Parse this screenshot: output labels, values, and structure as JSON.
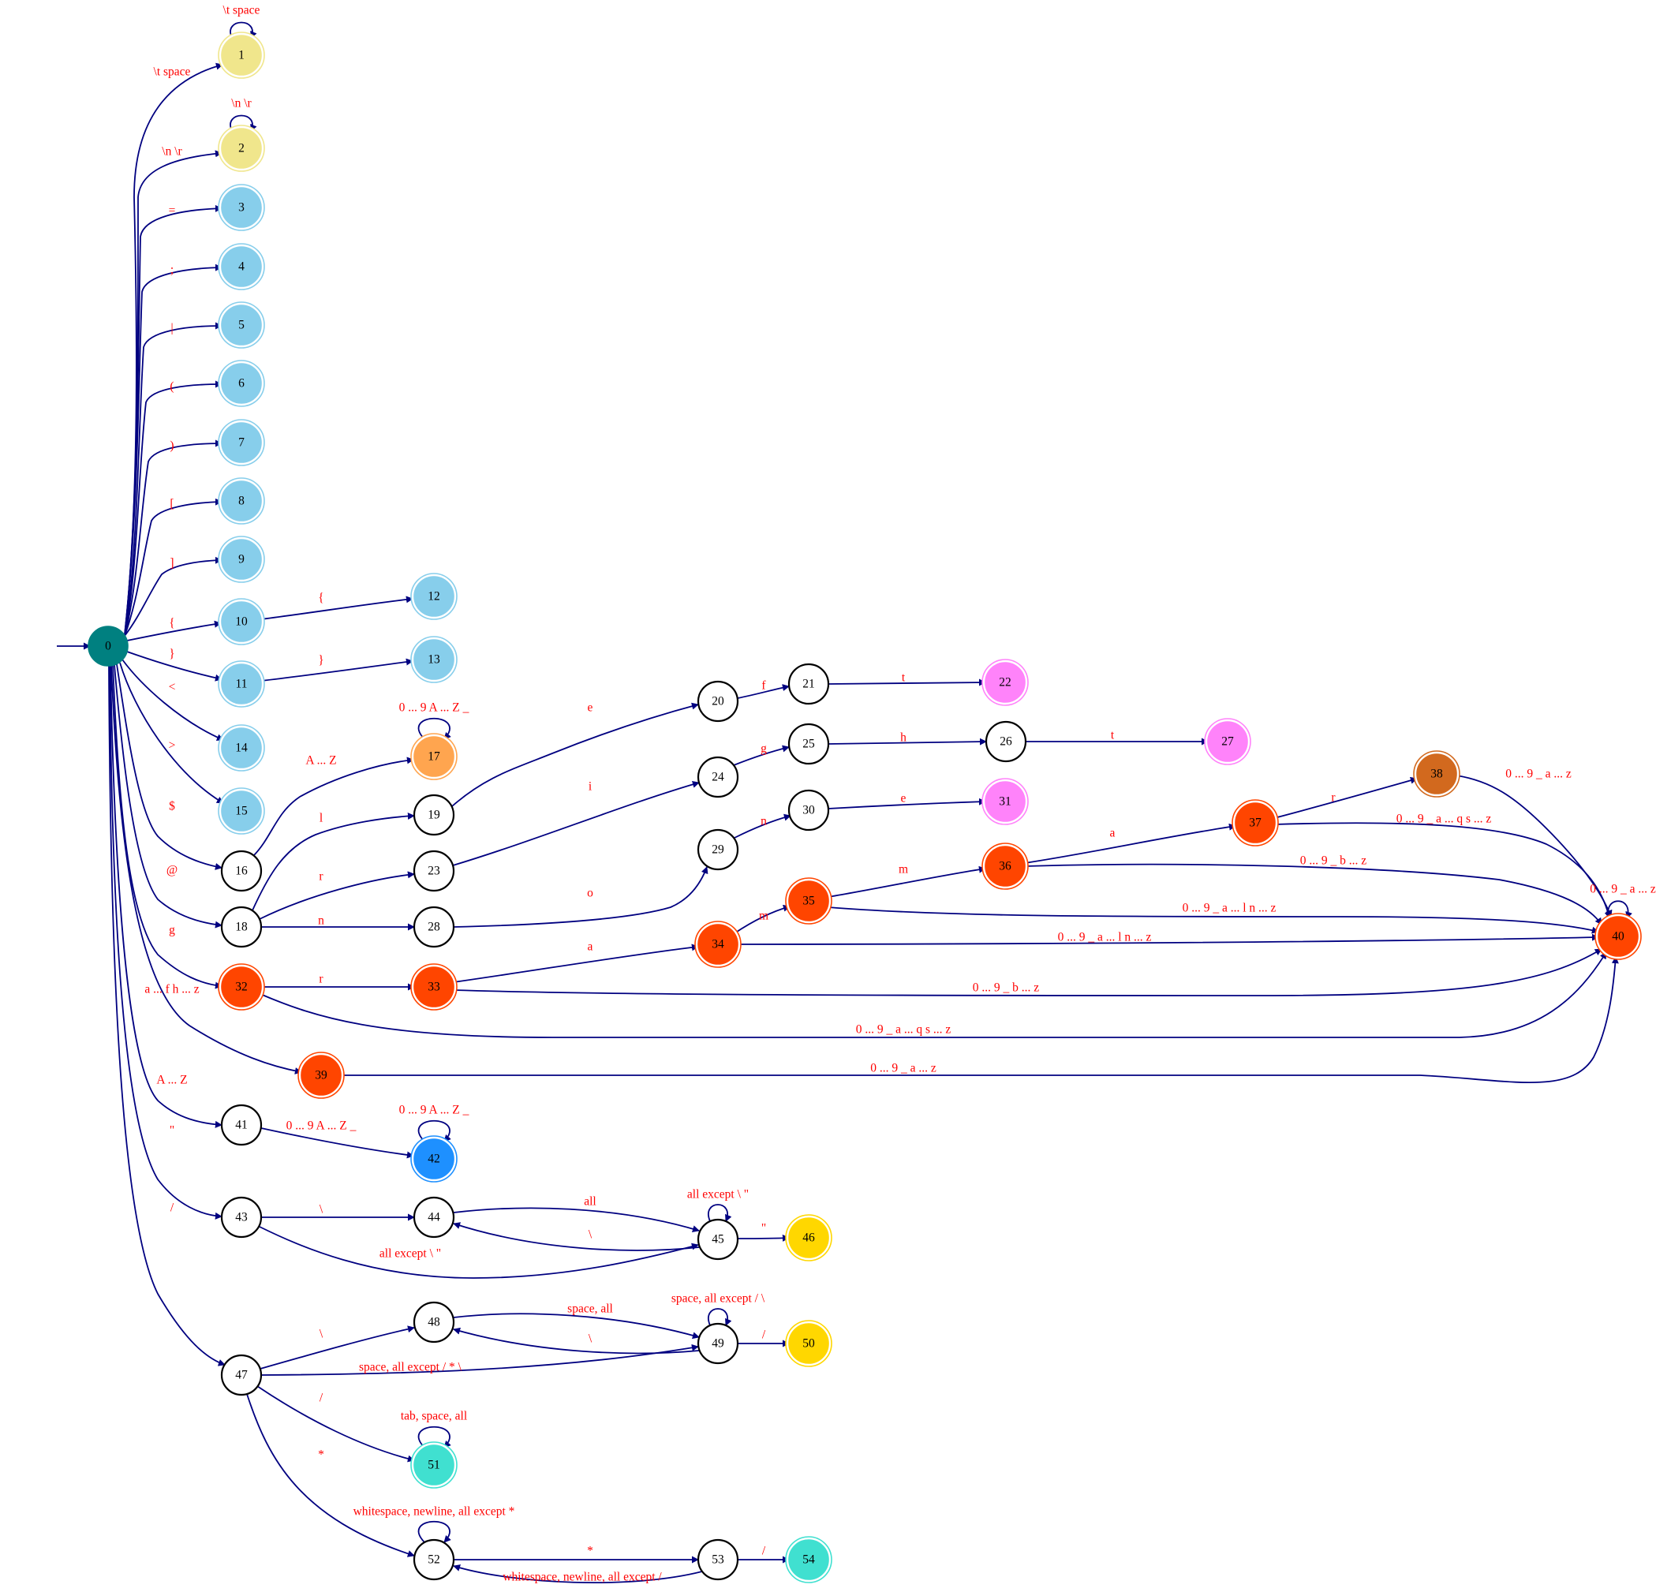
{
  "diagram": {
    "states": [
      {
        "id": "0",
        "label": "0",
        "kind": "start",
        "color": "#008080"
      },
      {
        "id": "1",
        "label": "1",
        "kind": "accept",
        "color": "#f0e68c"
      },
      {
        "id": "2",
        "label": "2",
        "kind": "accept",
        "color": "#f0e68c"
      },
      {
        "id": "3",
        "label": "3",
        "kind": "accept",
        "color": "#87ceeb"
      },
      {
        "id": "4",
        "label": "4",
        "kind": "accept",
        "color": "#87ceeb"
      },
      {
        "id": "5",
        "label": "5",
        "kind": "accept",
        "color": "#87ceeb"
      },
      {
        "id": "6",
        "label": "6",
        "kind": "accept",
        "color": "#87ceeb"
      },
      {
        "id": "7",
        "label": "7",
        "kind": "accept",
        "color": "#87ceeb"
      },
      {
        "id": "8",
        "label": "8",
        "kind": "accept",
        "color": "#87ceeb"
      },
      {
        "id": "9",
        "label": "9",
        "kind": "accept",
        "color": "#87ceeb"
      },
      {
        "id": "10",
        "label": "10",
        "kind": "accept",
        "color": "#87ceeb"
      },
      {
        "id": "11",
        "label": "11",
        "kind": "accept",
        "color": "#87ceeb"
      },
      {
        "id": "12",
        "label": "12",
        "kind": "accept",
        "color": "#87ceeb"
      },
      {
        "id": "13",
        "label": "13",
        "kind": "accept",
        "color": "#87ceeb"
      },
      {
        "id": "14",
        "label": "14",
        "kind": "accept",
        "color": "#87ceeb"
      },
      {
        "id": "15",
        "label": "15",
        "kind": "accept",
        "color": "#87ceeb"
      },
      {
        "id": "16",
        "label": "16",
        "kind": "normal",
        "color": "#ffffff"
      },
      {
        "id": "17",
        "label": "17",
        "kind": "accept",
        "color": "#ffa54f"
      },
      {
        "id": "18",
        "label": "18",
        "kind": "normal",
        "color": "#ffffff"
      },
      {
        "id": "19",
        "label": "19",
        "kind": "normal",
        "color": "#ffffff"
      },
      {
        "id": "20",
        "label": "20",
        "kind": "normal",
        "color": "#ffffff"
      },
      {
        "id": "21",
        "label": "21",
        "kind": "normal",
        "color": "#ffffff"
      },
      {
        "id": "22",
        "label": "22",
        "kind": "accept",
        "color": "#ff83fa"
      },
      {
        "id": "23",
        "label": "23",
        "kind": "normal",
        "color": "#ffffff"
      },
      {
        "id": "24",
        "label": "24",
        "kind": "normal",
        "color": "#ffffff"
      },
      {
        "id": "25",
        "label": "25",
        "kind": "normal",
        "color": "#ffffff"
      },
      {
        "id": "26",
        "label": "26",
        "kind": "normal",
        "color": "#ffffff"
      },
      {
        "id": "27",
        "label": "27",
        "kind": "accept",
        "color": "#ff83fa"
      },
      {
        "id": "28",
        "label": "28",
        "kind": "normal",
        "color": "#ffffff"
      },
      {
        "id": "29",
        "label": "29",
        "kind": "normal",
        "color": "#ffffff"
      },
      {
        "id": "30",
        "label": "30",
        "kind": "normal",
        "color": "#ffffff"
      },
      {
        "id": "31",
        "label": "31",
        "kind": "accept",
        "color": "#ff83fa"
      },
      {
        "id": "32",
        "label": "32",
        "kind": "accept",
        "color": "#ff4500"
      },
      {
        "id": "33",
        "label": "33",
        "kind": "accept",
        "color": "#ff4500"
      },
      {
        "id": "34",
        "label": "34",
        "kind": "accept",
        "color": "#ff4500"
      },
      {
        "id": "35",
        "label": "35",
        "kind": "accept",
        "color": "#ff4500"
      },
      {
        "id": "36",
        "label": "36",
        "kind": "accept",
        "color": "#ff4500"
      },
      {
        "id": "37",
        "label": "37",
        "kind": "accept",
        "color": "#ff4500"
      },
      {
        "id": "38",
        "label": "38",
        "kind": "accept",
        "color": "#d2691e"
      },
      {
        "id": "39",
        "label": "39",
        "kind": "accept",
        "color": "#ff4500"
      },
      {
        "id": "40",
        "label": "40",
        "kind": "accept",
        "color": "#ff4500"
      },
      {
        "id": "41",
        "label": "41",
        "kind": "normal",
        "color": "#ffffff"
      },
      {
        "id": "42",
        "label": "42",
        "kind": "accept",
        "color": "#1e90ff"
      },
      {
        "id": "43",
        "label": "43",
        "kind": "normal",
        "color": "#ffffff"
      },
      {
        "id": "44",
        "label": "44",
        "kind": "normal",
        "color": "#ffffff"
      },
      {
        "id": "45",
        "label": "45",
        "kind": "normal",
        "color": "#ffffff"
      },
      {
        "id": "46",
        "label": "46",
        "kind": "accept",
        "color": "#ffd700"
      },
      {
        "id": "47",
        "label": "47",
        "kind": "normal",
        "color": "#ffffff"
      },
      {
        "id": "48",
        "label": "48",
        "kind": "normal",
        "color": "#ffffff"
      },
      {
        "id": "49",
        "label": "49",
        "kind": "normal",
        "color": "#ffffff"
      },
      {
        "id": "50",
        "label": "50",
        "kind": "accept",
        "color": "#ffd700"
      },
      {
        "id": "51",
        "label": "51",
        "kind": "accept",
        "color": "#40e0d0"
      },
      {
        "id": "52",
        "label": "52",
        "kind": "normal",
        "color": "#ffffff"
      },
      {
        "id": "53",
        "label": "53",
        "kind": "normal",
        "color": "#ffffff"
      },
      {
        "id": "54",
        "label": "54",
        "kind": "accept",
        "color": "#40e0d0"
      }
    ],
    "transitions": [
      {
        "from": "0",
        "to": "1",
        "label": "\\t space"
      },
      {
        "from": "1",
        "to": "1",
        "label": "\\t space"
      },
      {
        "from": "0",
        "to": "2",
        "label": "\\n \\r"
      },
      {
        "from": "2",
        "to": "2",
        "label": "\\n \\r"
      },
      {
        "from": "0",
        "to": "3",
        "label": "="
      },
      {
        "from": "0",
        "to": "4",
        "label": ";"
      },
      {
        "from": "0",
        "to": "5",
        "label": "|"
      },
      {
        "from": "0",
        "to": "6",
        "label": "("
      },
      {
        "from": "0",
        "to": "7",
        "label": ")"
      },
      {
        "from": "0",
        "to": "8",
        "label": "["
      },
      {
        "from": "0",
        "to": "9",
        "label": "]"
      },
      {
        "from": "0",
        "to": "10",
        "label": "{"
      },
      {
        "from": "10",
        "to": "12",
        "label": "{"
      },
      {
        "from": "0",
        "to": "11",
        "label": "}"
      },
      {
        "from": "11",
        "to": "13",
        "label": "}"
      },
      {
        "from": "0",
        "to": "14",
        "label": "<"
      },
      {
        "from": "0",
        "to": "15",
        "label": ">"
      },
      {
        "from": "0",
        "to": "16",
        "label": "$"
      },
      {
        "from": "16",
        "to": "17",
        "label": "A ... Z"
      },
      {
        "from": "17",
        "to": "17",
        "label": "0 ... 9 A ... Z _"
      },
      {
        "from": "0",
        "to": "18",
        "label": "@"
      },
      {
        "from": "18",
        "to": "19",
        "label": "l"
      },
      {
        "from": "18",
        "to": "23",
        "label": "r"
      },
      {
        "from": "18",
        "to": "28",
        "label": "n"
      },
      {
        "from": "19",
        "to": "20",
        "label": "e"
      },
      {
        "from": "20",
        "to": "21",
        "label": "f"
      },
      {
        "from": "21",
        "to": "22",
        "label": "t"
      },
      {
        "from": "23",
        "to": "24",
        "label": "i"
      },
      {
        "from": "24",
        "to": "25",
        "label": "g"
      },
      {
        "from": "25",
        "to": "26",
        "label": "h"
      },
      {
        "from": "26",
        "to": "27",
        "label": "t"
      },
      {
        "from": "28",
        "to": "29",
        "label": "o"
      },
      {
        "from": "29",
        "to": "30",
        "label": "n"
      },
      {
        "from": "30",
        "to": "31",
        "label": "e"
      },
      {
        "from": "0",
        "to": "32",
        "label": "g"
      },
      {
        "from": "32",
        "to": "33",
        "label": "r"
      },
      {
        "from": "32",
        "to": "40",
        "label": "0 ... 9 _ a ... q s ... z"
      },
      {
        "from": "33",
        "to": "34",
        "label": "a"
      },
      {
        "from": "33",
        "to": "40",
        "label": "0 ... 9 _ b ... z"
      },
      {
        "from": "34",
        "to": "35",
        "label": "m"
      },
      {
        "from": "34",
        "to": "40",
        "label": "0 ... 9 _ a ... l n ... z"
      },
      {
        "from": "35",
        "to": "36",
        "label": "m"
      },
      {
        "from": "35",
        "to": "40",
        "label": "0 ... 9 _ a ... l n ... z"
      },
      {
        "from": "36",
        "to": "37",
        "label": "a"
      },
      {
        "from": "36",
        "to": "40",
        "label": "0 ... 9 _ b ... z"
      },
      {
        "from": "37",
        "to": "38",
        "label": "r"
      },
      {
        "from": "37",
        "to": "40",
        "label": "0 ... 9 _ a ... q s ... z"
      },
      {
        "from": "38",
        "to": "40",
        "label": "0 ... 9 _ a ... z"
      },
      {
        "from": "40",
        "to": "40",
        "label": "0 ... 9 _ a ... z"
      },
      {
        "from": "0",
        "to": "39",
        "label": "a ... f h ... z"
      },
      {
        "from": "39",
        "to": "40",
        "label": "0 ... 9 _ a ... z"
      },
      {
        "from": "0",
        "to": "41",
        "label": "A ... Z"
      },
      {
        "from": "41",
        "to": "42",
        "label": "0 ... 9 A ... Z _"
      },
      {
        "from": "42",
        "to": "42",
        "label": "0 ... 9 A ... Z _"
      },
      {
        "from": "0",
        "to": "43",
        "label": "\""
      },
      {
        "from": "43",
        "to": "44",
        "label": "\\"
      },
      {
        "from": "43",
        "to": "45",
        "label": "all except \\ \""
      },
      {
        "from": "44",
        "to": "45",
        "label": "all"
      },
      {
        "from": "45",
        "to": "44",
        "label": "\\"
      },
      {
        "from": "45",
        "to": "45",
        "label": "all except \\ \""
      },
      {
        "from": "45",
        "to": "46",
        "label": "\""
      },
      {
        "from": "0",
        "to": "47",
        "label": "/"
      },
      {
        "from": "47",
        "to": "48",
        "label": "\\"
      },
      {
        "from": "47",
        "to": "49",
        "label": "space, all except / * \\"
      },
      {
        "from": "48",
        "to": "49",
        "label": "space, all"
      },
      {
        "from": "49",
        "to": "48",
        "label": "\\"
      },
      {
        "from": "49",
        "to": "49",
        "label": "space, all except / \\"
      },
      {
        "from": "49",
        "to": "50",
        "label": "/"
      },
      {
        "from": "47",
        "to": "51",
        "label": "/"
      },
      {
        "from": "51",
        "to": "51",
        "label": "tab, space, all"
      },
      {
        "from": "47",
        "to": "52",
        "label": "*"
      },
      {
        "from": "52",
        "to": "52",
        "label": "whitespace, newline, all except *"
      },
      {
        "from": "52",
        "to": "53",
        "label": "*"
      },
      {
        "from": "53",
        "to": "52",
        "label": "whitespace, newline, all except /"
      },
      {
        "from": "53",
        "to": "54",
        "label": "/"
      }
    ]
  }
}
